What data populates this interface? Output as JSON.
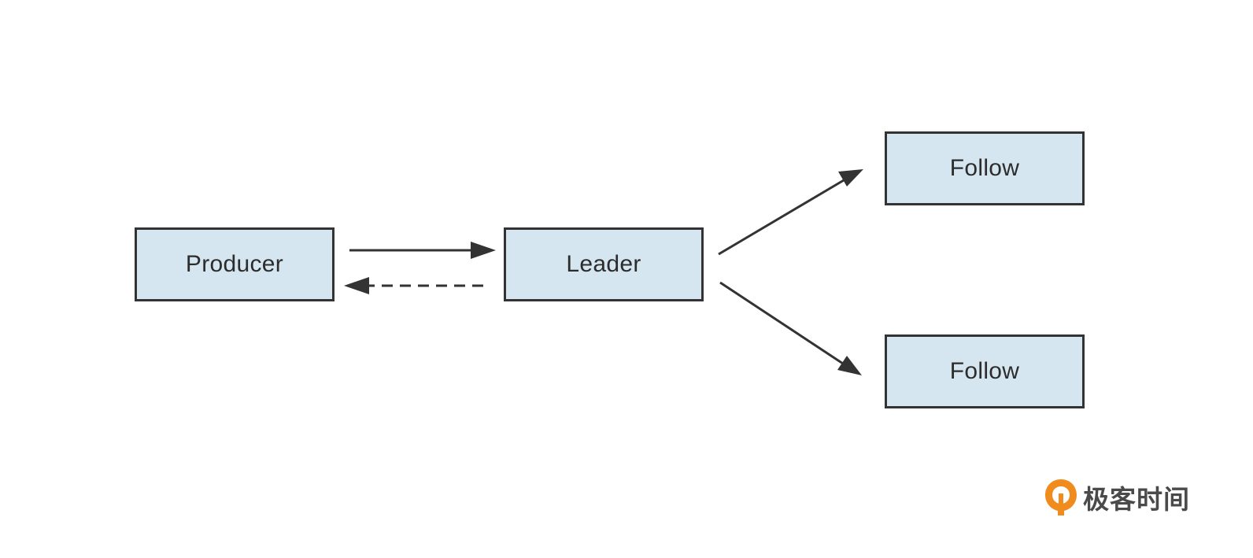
{
  "diagram": {
    "nodes": {
      "producer": {
        "label": "Producer"
      },
      "leader": {
        "label": "Leader"
      },
      "follow_1": {
        "label": "Follow"
      },
      "follow_2": {
        "label": "Follow"
      }
    },
    "edges": [
      {
        "from": "producer",
        "to": "leader",
        "style": "solid"
      },
      {
        "from": "leader",
        "to": "producer",
        "style": "dashed"
      },
      {
        "from": "leader",
        "to": "follow_1",
        "style": "solid"
      },
      {
        "from": "leader",
        "to": "follow_2",
        "style": "solid"
      }
    ]
  },
  "colors": {
    "node_fill": "#d5e6f0",
    "node_border": "#333333",
    "edge": "#333333",
    "brand_orange": "#f08c1e"
  },
  "brand": {
    "icon": "geektime-logo-icon",
    "text": "极客时间"
  }
}
